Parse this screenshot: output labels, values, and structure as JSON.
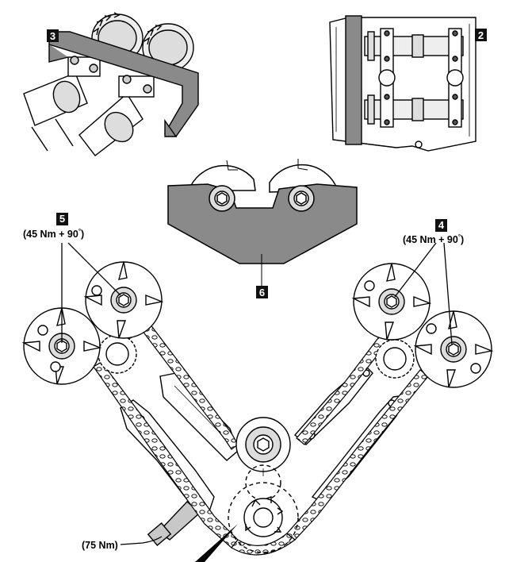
{
  "callouts": {
    "c2": "2",
    "c3": "3",
    "c4": "4",
    "c5": "5",
    "c6": "6"
  },
  "torques": {
    "left_cam_bolts": "(45 Nm + 90",
    "right_cam_bolts": "(45 Nm + 90",
    "degree_mark": "°",
    "close_paren": ")",
    "tensioner_bolt": "(75 Nm)"
  },
  "colors": {
    "line": "#000000",
    "fill_gray": "#8a8a8a",
    "fill_light": "#e6e6e6",
    "fill_mid": "#c8c8c8",
    "label_bg": "#111111"
  }
}
